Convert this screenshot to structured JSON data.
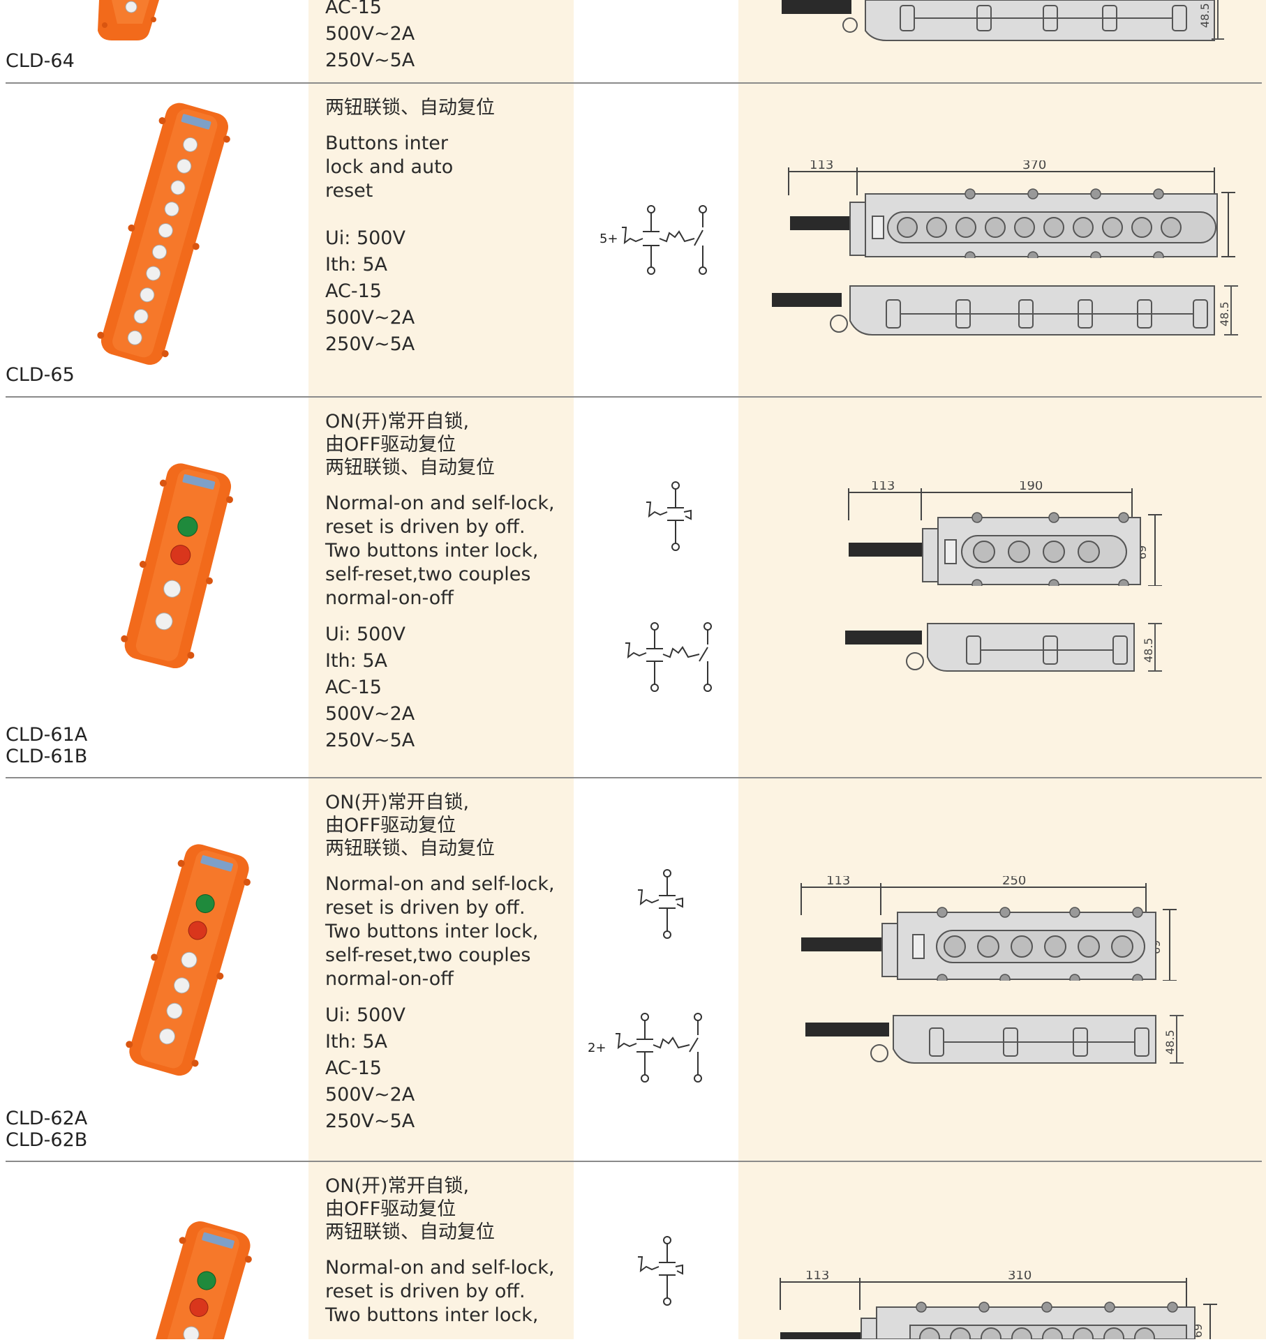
{
  "rows": [
    {
      "model": [
        "CLD-64"
      ],
      "text": {
        "cn": [],
        "en": [],
        "specs": [
          "AC-15",
          "500V~2A",
          "250V~5A"
        ]
      }
    },
    {
      "model": [
        "CLD-65"
      ],
      "text": {
        "cn": [
          "两钮联锁、自动复位"
        ],
        "en": [
          "Buttons inter",
          "lock and auto",
          "reset"
        ],
        "specs": [
          "Ui: 500V",
          "Ith: 5A",
          "AC-15",
          "500V~2A",
          "250V~5A"
        ]
      },
      "schematic_prefix": "5+",
      "dim_length": "113",
      "dim_width": "370",
      "dim_height": "48.5"
    },
    {
      "model": [
        "CLD-61A",
        "CLD-61B"
      ],
      "text": {
        "cn": [
          "ON(开)常开自锁,",
          "由OFF驱动复位",
          "两钮联锁、自动复位"
        ],
        "en": [
          "Normal-on and self-lock,",
          "reset is driven by off.",
          "Two buttons inter lock,",
          "self-reset,two couples",
          "normal-on-off"
        ],
        "specs": [
          "Ui: 500V",
          "Ith: 5A",
          "AC-15",
          "500V~2A",
          "250V~5A"
        ]
      },
      "dim_length": "113",
      "dim_width": "190",
      "dim_top_height": "69",
      "dim_height": "48.5"
    },
    {
      "model": [
        "CLD-62A",
        "CLD-62B"
      ],
      "text": {
        "cn": [
          "ON(开)常开自锁,",
          "由OFF驱动复位",
          "两钮联锁、自动复位"
        ],
        "en": [
          "Normal-on and self-lock,",
          "reset is driven by off.",
          "Two buttons inter lock,",
          "self-reset,two couples",
          "normal-on-off"
        ],
        "specs": [
          "Ui: 500V",
          "Ith: 5A",
          "AC-15",
          "500V~2A",
          "250V~5A"
        ]
      },
      "schematic_prefix": "2+",
      "dim_length": "113",
      "dim_width": "250",
      "dim_top_height": "69",
      "dim_height": "48.5"
    },
    {
      "model": [],
      "text": {
        "cn": [
          "ON(开)常开自锁,",
          "由OFF驱动复位",
          "两钮联锁、自动复位"
        ],
        "en": [
          "Normal-on and self-lock,",
          "reset is driven by off.",
          "Two buttons inter lock,"
        ],
        "specs": []
      },
      "dim_length": "113",
      "dim_width": "310",
      "dim_top_height": "69"
    }
  ],
  "dim_height_top_row": "48.5",
  "colors": {
    "product_orange": "#f26a1b",
    "housing_gray": "#dcdcdc",
    "band": "#fcf3e2",
    "divider": "#8a8a8a"
  }
}
